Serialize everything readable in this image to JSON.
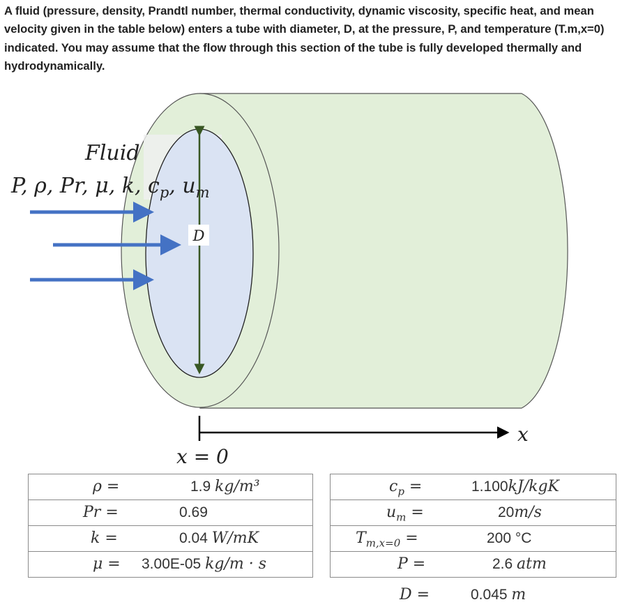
{
  "problem": {
    "intro": "A fluid (pressure, density, Prandtl number, thermal conductivity, dynamic viscosity, specific heat, and mean velocity given in the table below) enters a tube with diameter, D, at the pressure, P, and temperature (T.m,x=0) indicated. You may assume that the flow through this section of the tube is fully developed thermally and hydrodynamically."
  },
  "figure": {
    "fluid_label": "Fluid",
    "fluid_props": "P, ρ, Pr, μ, k, c",
    "fluid_props_sub": "p",
    "fluid_props_end": ", u",
    "fluid_props_end_sub": "m",
    "diameter_label": "D",
    "x_axis_label": "x",
    "x_origin_label": "x = 0",
    "colors": {
      "tube": "#e2efd9",
      "opening": "#dae3f3",
      "arrow": "#4472c4",
      "dim_line": "#385723"
    }
  },
  "table_left": [
    {
      "label": "ρ =",
      "number": "1.9",
      "unit": "kg/m³"
    },
    {
      "label": "Pr =",
      "number": "0.69",
      "unit": ""
    },
    {
      "label": "k =",
      "number": "0.04",
      "unit": "W/mK"
    },
    {
      "label": "μ =",
      "number": "3.00E-05",
      "unit": "kg/m · s"
    }
  ],
  "table_right": [
    {
      "label": "c",
      "label_sub": "p",
      "eq": " =",
      "number": "1.100",
      "unit": "kJ/kgK"
    },
    {
      "label": "u",
      "label_sub": "m",
      "eq": " =",
      "number": "20",
      "unit": "m/s"
    },
    {
      "label": "T",
      "label_sub": "m,x=0",
      "eq": " =",
      "number": "200 °C",
      "unit": ""
    },
    {
      "label": "P",
      "label_sub": "",
      "eq": " =",
      "number": "2.6",
      "unit": "atm"
    },
    {
      "label": "D",
      "label_sub": "",
      "eq": " =",
      "number": "0.045",
      "unit": "m"
    }
  ]
}
